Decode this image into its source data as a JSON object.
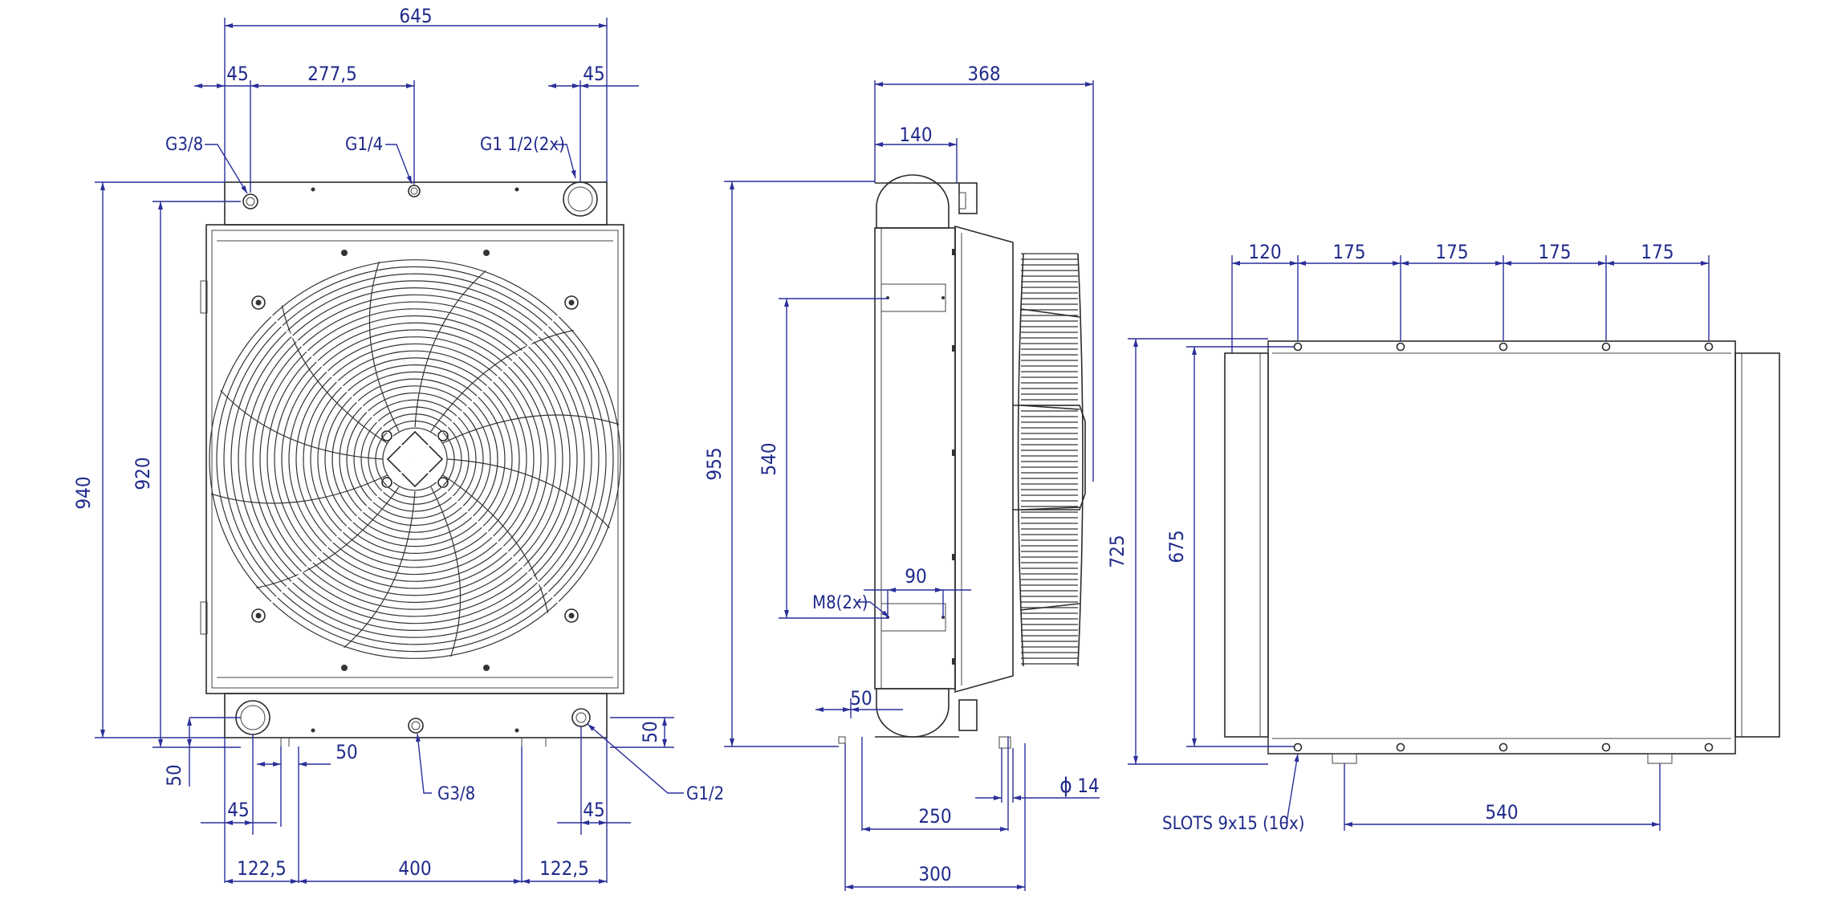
{
  "dimensions": {
    "front_width": "645",
    "front_left_offset": "45",
    "front_277": "277,5",
    "front_right_offset": "45",
    "front_height_940": "940",
    "front_height_920": "920",
    "front_bottom_50_left": "50",
    "front_bottom_50_mid": "50",
    "front_bottom_50_right": "50",
    "front_bottom_45_left": "45",
    "front_bottom_45_right": "45",
    "front_122_left": "122,5",
    "front_400": "400",
    "front_122_right": "122,5",
    "side_368": "368",
    "side_140": "140",
    "side_955": "955",
    "side_540": "540",
    "side_90": "90",
    "side_50": "50",
    "side_250": "250",
    "side_300": "300",
    "side_dia": "14",
    "side_phi": "ϕ",
    "top_120": "120",
    "top_175_a": "175",
    "top_175_b": "175",
    "top_175_c": "175",
    "top_175_d": "175",
    "top_725": "725",
    "top_675": "675",
    "top_540": "540"
  },
  "callouts": {
    "g38_top": "G3/8",
    "g14": "G1/4",
    "g112": "G1 1/2(2x)",
    "g38_bottom": "G3/8",
    "g12": "G1/2",
    "m8": "M8(2x)",
    "slots": "SLOTS 9x15 (10x)"
  },
  "colors": {
    "dimension_line": "#2a2f9a",
    "dimension_text": "#1f2a8a",
    "outline": "#2b2b2b"
  }
}
